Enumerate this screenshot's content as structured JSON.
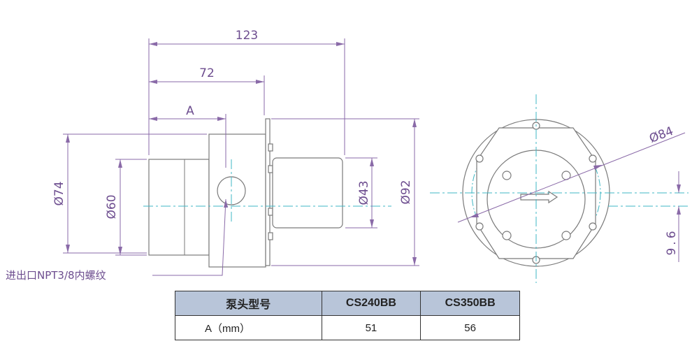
{
  "dimensions": {
    "overall_length": "123",
    "flange_distance": "72",
    "a_length": "A",
    "dia_74": "Ø74",
    "dia_60": "Ø60",
    "dia_43": "Ø43",
    "dia_92": "Ø92",
    "dia_84": "Ø84",
    "offset_9_6": "9.6"
  },
  "port_note": "进出口NPT3/8内螺纹",
  "colors": {
    "dimension": "#6d4d8f",
    "centerline": "#3fb7c4",
    "outline": "#7a7a7a",
    "header_bg": "#b8c5d9"
  },
  "table": {
    "headers": [
      "泵头型号",
      "CS240BB",
      "CS350BB"
    ],
    "rows": [
      [
        "A（mm）",
        "51",
        "56"
      ]
    ]
  }
}
